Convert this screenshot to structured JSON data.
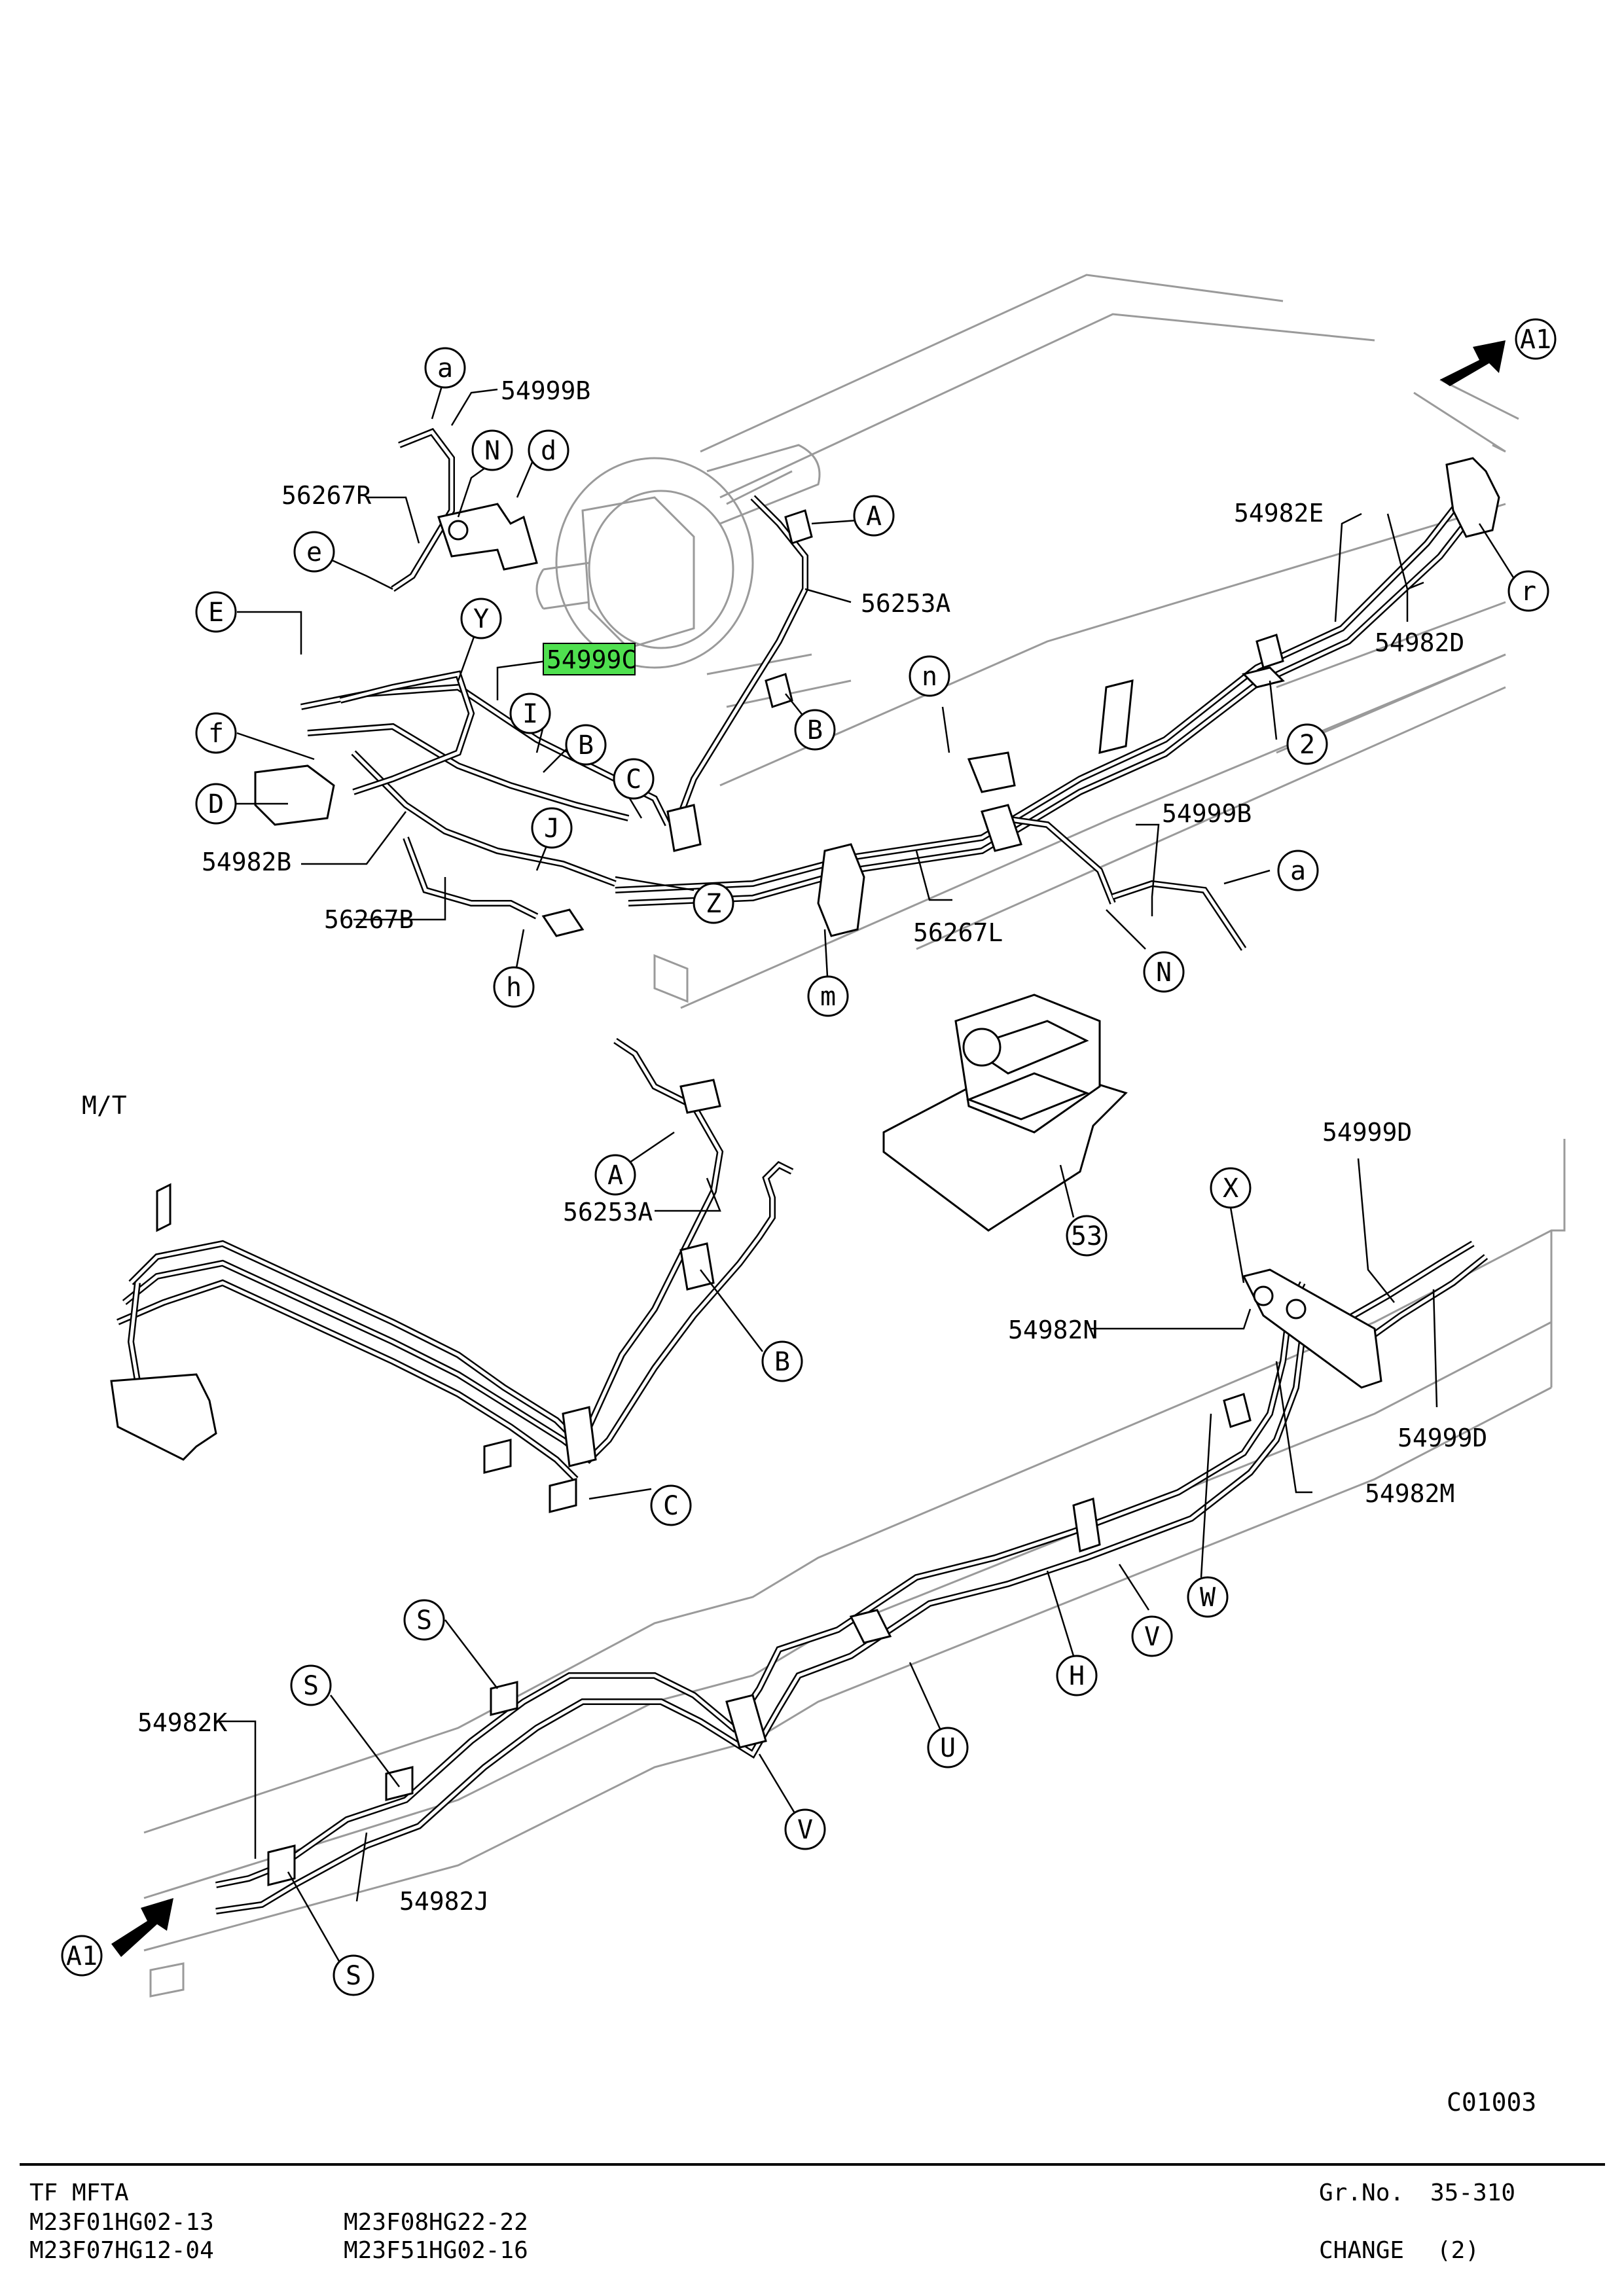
{
  "labels": {
    "p54999B_top": "54999B",
    "p56267R": "56267R",
    "p54999C": "54999C",
    "p54982B": "54982B",
    "p56267B": "56267B",
    "p56253A_top": "56253A",
    "p54982E": "54982E",
    "p54982D": "54982D",
    "p54999B_right": "54999B",
    "p56267L": "56267L",
    "p56253A_mid": "56253A",
    "p54999D_top": "54999D",
    "p54982N": "54982N",
    "p54999D_bottom": "54999D",
    "p54982M": "54982M",
    "p54982K": "54982K",
    "p54982J": "54982J",
    "mt": "M/T",
    "figure_code": "C01003"
  },
  "callouts": {
    "a_top": "a",
    "N_top": "N",
    "d_top": "d",
    "e_top": "e",
    "E_top": "E",
    "Y_top": "Y",
    "f_top": "f",
    "D_top": "D",
    "I_top": "I",
    "B_left": "B",
    "C_left": "C",
    "J_top": "J",
    "Z_top": "Z",
    "h_top": "h",
    "m_top": "m",
    "A_top": "A",
    "B_center": "B",
    "n_top": "n",
    "two": "2",
    "r_top": "r",
    "a_right": "a",
    "N_right": "N",
    "A1_top": "A1",
    "A_mid": "A",
    "B_mid": "B",
    "C_mid": "C",
    "p53": "53",
    "X_right": "X",
    "W_right": "W",
    "V_right": "V",
    "H_mid": "H",
    "U_mid": "U",
    "V_mid": "V",
    "S_1": "S",
    "S_2": "S",
    "S_3": "S",
    "A1_bottom": "A1"
  },
  "footer": {
    "model": "TF MFTA",
    "code1": "M23F01HG02-13",
    "code2": "M23F07HG12-04",
    "code3": "M23F08HG22-22",
    "code4": "M23F51HG02-16",
    "gr_label": "Gr.No.",
    "gr_value": "35-310",
    "change_label": "CHANGE",
    "change_value": "(2)"
  },
  "colors": {
    "highlight": "#4fe04f",
    "outline": "#9a9a9a"
  }
}
